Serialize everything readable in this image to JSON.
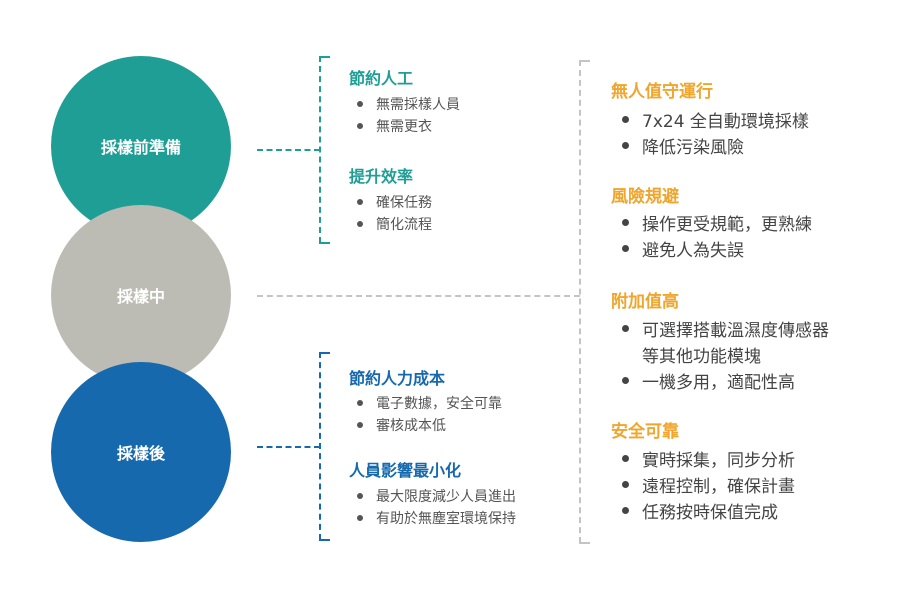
{
  "colors": {
    "teal": "#1f9e96",
    "grey": "#bcbbb4",
    "blue": "#1769ad",
    "orange": "#f0a52c",
    "line_grey": "#c4c4c4"
  },
  "stages": [
    {
      "label": "採樣前準備"
    },
    {
      "label": "採樣中"
    },
    {
      "label": "採樣後"
    }
  ],
  "before_groups": [
    {
      "title": "節約人工",
      "items": [
        "無需採樣人員",
        "無需更衣"
      ]
    },
    {
      "title": "提升效率",
      "items": [
        "確保任務",
        "簡化流程"
      ]
    }
  ],
  "after_groups": [
    {
      "title": "節約人力成本",
      "items": [
        "電子數據，安全可靠",
        "審核成本低"
      ]
    },
    {
      "title": "人員影響最小化",
      "items": [
        "最大限度減少人員進出",
        "有助於無塵室環境保持"
      ]
    }
  ],
  "during_groups": [
    {
      "title": "無人值守運行",
      "items": [
        "7x24 全自動環境採樣",
        "降低污染風險"
      ]
    },
    {
      "title": "風險規避",
      "items": [
        "操作更受規範，更熟練",
        "避免人為失誤"
      ]
    },
    {
      "title": "附加值高",
      "items": [
        "可選擇搭載溫濕度傳感器",
        "等其他功能模塊",
        "一機多用，適配性高"
      ]
    },
    {
      "title": "安全可靠",
      "items": [
        "實時採集，同步分析",
        "遠程控制，確保計畫",
        "任務按時保值完成"
      ]
    }
  ]
}
